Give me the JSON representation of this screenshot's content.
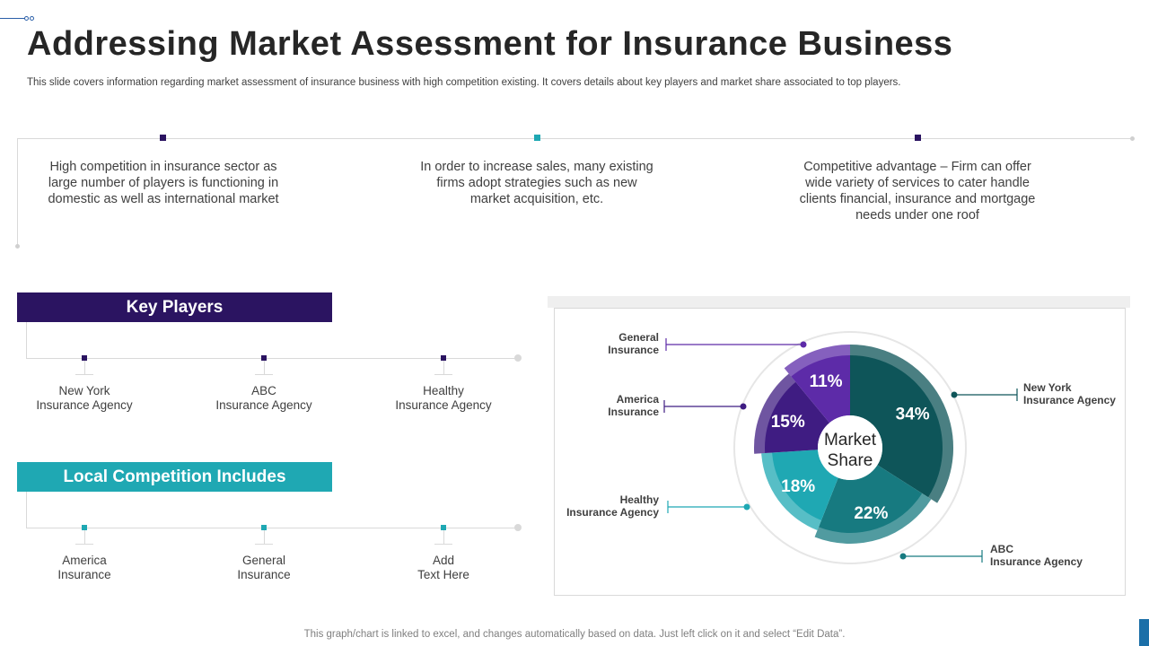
{
  "header": {
    "title": "Addressing Market Assessment for Insurance Business",
    "subtitle": "This slide covers information regarding market assessment of insurance business with high competition existing. It covers details about key players and market share associated to top players."
  },
  "timeline": {
    "points": [
      {
        "text": "High competition in insurance sector as large number of players is functioning in domestic as well as international market",
        "color": "#2b1461"
      },
      {
        "text": "In order to increase sales, many existing firms adopt strategies such as new market acquisition, etc.",
        "color": "#1fa8b3"
      },
      {
        "text": "Competitive advantage – Firm can offer wide variety of services to cater handle clients financial, insurance and mortgage needs under one roof",
        "color": "#2b1461"
      }
    ]
  },
  "key_players": {
    "heading": "Key Players",
    "color": "#2b1461",
    "items": [
      "New York\nInsurance Agency",
      "ABC\nInsurance Agency",
      "Healthy\nInsurance Agency"
    ]
  },
  "local_competition": {
    "heading": "Local Competition Includes",
    "color": "#1fa8b3",
    "items": [
      "America\nInsurance",
      "General\nInsurance",
      "Add\nText Here"
    ]
  },
  "chart_data": {
    "type": "pie",
    "title": "Market Share",
    "variant": "donut",
    "categories": [
      "New York Insurance Agency",
      "ABC Insurance Agency",
      "Healthy Insurance Agency",
      "America Insurance",
      "General Insurance"
    ],
    "values": [
      34,
      22,
      18,
      15,
      11
    ],
    "value_labels": [
      "34%",
      "22%",
      "18%",
      "15%",
      "11%"
    ],
    "colors": [
      "#0e5559",
      "#177a80",
      "#1fa8b3",
      "#3f1c82",
      "#5d2ba8"
    ],
    "legend_labels": [
      [
        "New York",
        "Insurance Agency"
      ],
      [
        "ABC",
        "Insurance Agency"
      ],
      [
        "Healthy",
        "Insurance Agency"
      ],
      [
        "America",
        "Insurance"
      ],
      [
        "General",
        "Insurance"
      ]
    ],
    "center_label": [
      "Market",
      "Share"
    ]
  },
  "footer": {
    "note": "This graph/chart is linked to excel, and changes automatically based on data. Just left click on it and select “Edit Data”."
  }
}
